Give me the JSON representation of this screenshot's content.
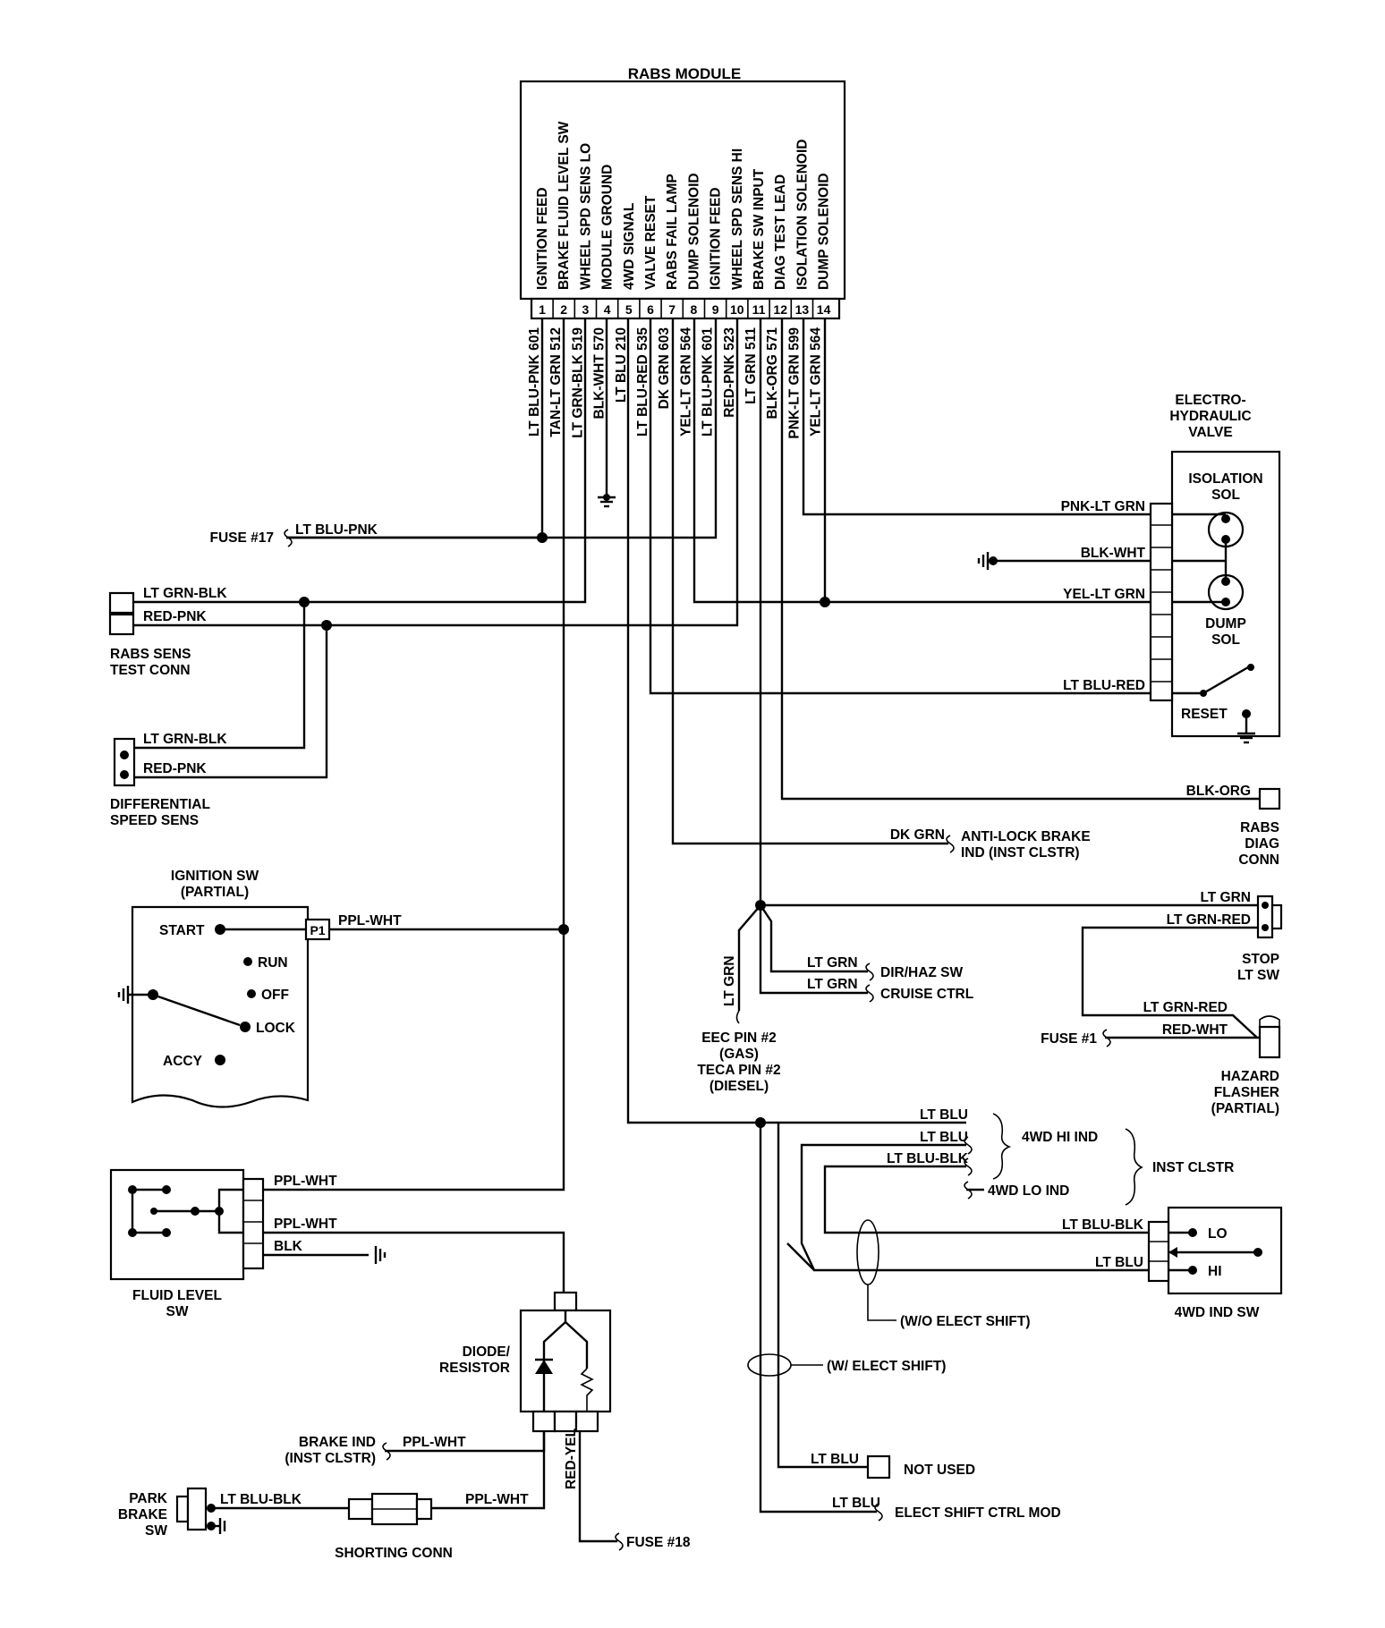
{
  "module": {
    "title": "RABS MODULE",
    "functions": [
      "IGNITION FEED",
      "BRAKE FLUID LEVEL SW",
      "WHEEL SPD SENS LO",
      "MODULE GROUND",
      "4WD SIGNAL",
      "VALVE RESET",
      "RABS FAIL LAMP",
      "DUMP SOLENOID",
      "IGNITION FEED",
      "WHEEL SPD SENS HI",
      "BRAKE SW INPUT",
      "DIAG TEST LEAD",
      "ISOLATION SOLENOID",
      "DUMP SOLENOID"
    ],
    "pins": [
      "1",
      "2",
      "3",
      "4",
      "5",
      "6",
      "7",
      "8",
      "9",
      "10",
      "11",
      "12",
      "13",
      "14"
    ],
    "wires": [
      "LT BLU-PNK 601",
      "TAN-LT GRN 512",
      "LT GRN-BLK 519",
      "BLK-WHT 570",
      "LT BLU 210",
      "LT BLU-RED 535",
      "DK GRN 603",
      "YEL-LT GRN 564",
      "LT BLU-PNK 601",
      "RED-PNK 523",
      "LT GRN 511",
      "BLK-ORG 571",
      "PNK-LT GRN 599",
      "YEL-LT GRN 564"
    ]
  },
  "components": {
    "ehv_title": [
      "ELECTRO-",
      "HYDRAULIC",
      "VALVE"
    ],
    "isolation_sol": [
      "ISOLATION",
      "SOL"
    ],
    "dump_sol": [
      "DUMP",
      "SOL"
    ],
    "reset": "RESET",
    "rabs_sens_test_conn": [
      "RABS SENS",
      "TEST CONN"
    ],
    "diff_speed_sens": [
      "DIFFERENTIAL",
      "SPEED SENS"
    ],
    "ignition_sw": [
      "IGNITION SW",
      "(PARTIAL)"
    ],
    "ign_positions": [
      "START",
      "RUN",
      "OFF",
      "LOCK",
      "ACCY"
    ],
    "ign_pin": "P1",
    "fluid_level_sw": [
      "FLUID LEVEL",
      "SW"
    ],
    "diode_resistor": [
      "DIODE/",
      "RESISTOR"
    ],
    "park_brake_sw": [
      "PARK",
      "BRAKE",
      "SW"
    ],
    "shorting_conn": "SHORTING CONN",
    "rabs_diag_conn": [
      "RABS",
      "DIAG",
      "CONN"
    ],
    "stop_lt_sw": [
      "STOP",
      "LT SW"
    ],
    "hazard_flasher": [
      "HAZARD",
      "FLASHER",
      "(PARTIAL)"
    ],
    "fwd_ind_sw": "4WD IND SW",
    "lo": "LO",
    "hi": "HI"
  },
  "labels": {
    "fuse17": "FUSE #17",
    "fuse1": "FUSE #1",
    "fuse18": "FUSE #18",
    "anti_lock": [
      "ANTI-LOCK BRAKE",
      "IND (INST CLSTR)"
    ],
    "dir_haz": "DIR/HAZ SW",
    "cruise": "CRUISE CTRL",
    "eec": [
      "EEC PIN #2",
      "(GAS)",
      "TECA PIN #2",
      "(DIESEL)"
    ],
    "fwd_hi_ind": "4WD HI IND",
    "fwd_lo_ind": "4WD LO IND",
    "inst_clstr": "INST CLSTR",
    "wo_elect_shift": "(W/O ELECT SHIFT)",
    "w_elect_shift": "(W/ ELECT SHIFT)",
    "not_used": "NOT USED",
    "elect_shift_mod": "ELECT SHIFT CTRL MOD",
    "brake_ind": [
      "BRAKE IND",
      "(INST CLSTR)"
    ]
  },
  "wire_labels": {
    "lt_blu_pnk": "LT BLU-PNK",
    "pnk_lt_grn": "PNK-LT GRN",
    "blk_wht": "BLK-WHT",
    "yel_lt_grn": "YEL-LT GRN",
    "lt_blu_red": "LT BLU-RED",
    "lt_grn_blk_1": "LT GRN-BLK",
    "red_pnk_1": "RED-PNK",
    "lt_grn_blk_2": "LT GRN-BLK",
    "red_pnk_2": "RED-PNK",
    "blk_org": "BLK-ORG",
    "dk_grn": "DK GRN",
    "lt_grn_stop": "LT GRN",
    "lt_grn_red_stop": "LT GRN-RED",
    "lt_grn_dir": "LT GRN",
    "lt_grn_cruise": "LT GRN",
    "lt_grn_eec": "LT GRN",
    "lt_grn_red_haz": "LT GRN-RED",
    "red_wht_haz": "RED-WHT",
    "ppl_wht_ign": "PPL-WHT",
    "lt_blu_hi1": "LT BLU",
    "lt_blu_hi2": "LT BLU",
    "lt_blu_blk_lo": "LT BLU-BLK",
    "lt_blu_blk_sw": "LT BLU-BLK",
    "lt_blu_sw": "LT BLU",
    "ppl_wht_fl1": "PPL-WHT",
    "ppl_wht_fl2": "PPL-WHT",
    "blk_fl": "BLK",
    "ppl_wht_brake": "PPL-WHT",
    "red_yel": "RED-YEL",
    "lt_blu_blk_park": "LT BLU-BLK",
    "ppl_wht_short": "PPL-WHT",
    "lt_blu_notused": "LT BLU",
    "lt_blu_esc": "LT BLU"
  }
}
